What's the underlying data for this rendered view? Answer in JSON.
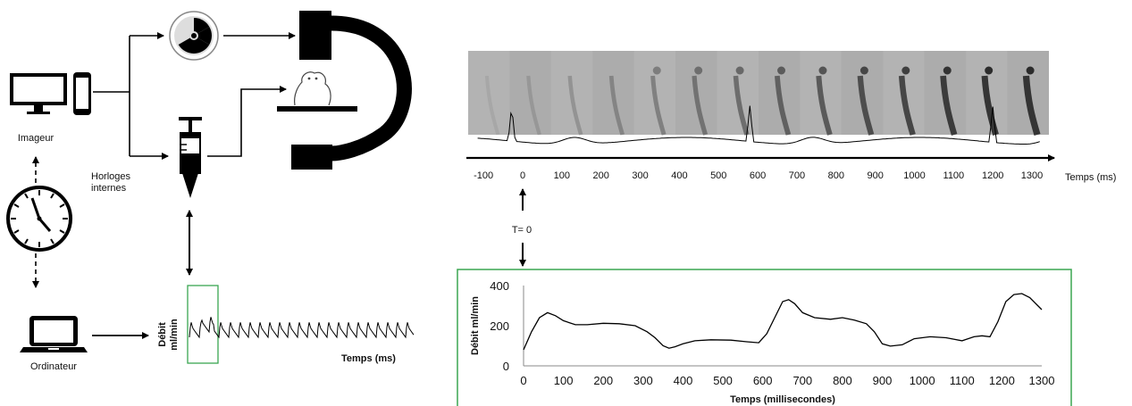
{
  "left_panel": {
    "imager_label": "Imageur",
    "clocks_label_line1": "Horloges",
    "clocks_label_line2": "internes",
    "computer_label": "Ordinateur",
    "mini_ylabel_line1": "Débit",
    "mini_ylabel_line2": "ml/min",
    "mini_xlabel": "Temps (ms)"
  },
  "top_strip": {
    "frame_count": 14,
    "axis_title": "Temps (ms)",
    "ticks": [
      "-100",
      "0",
      "100",
      "200",
      "300",
      "400",
      "500",
      "600",
      "700",
      "800",
      "900",
      "1000",
      "1100",
      "1200",
      "1300"
    ]
  },
  "sync_label": "T= 0",
  "colors": {
    "highlight": "#3aa651",
    "ink": "#000000",
    "xray_bg": "#a9a9a9"
  },
  "chart_data": {
    "type": "line",
    "title": "",
    "xlabel": "Temps (millisecondes)",
    "ylabel": "Débit ml/min",
    "xlim": [
      0,
      1300
    ],
    "ylim": [
      0,
      400
    ],
    "xticks": [
      0,
      100,
      200,
      300,
      400,
      500,
      600,
      700,
      800,
      900,
      1000,
      1100,
      1200,
      1300
    ],
    "yticks": [
      0,
      200,
      400
    ],
    "series": [
      {
        "x": [
          0,
          20,
          40,
          60,
          80,
          100,
          130,
          160,
          200,
          240,
          280,
          310,
          330,
          350,
          365,
          380,
          400,
          430,
          470,
          520,
          560,
          590,
          610,
          630,
          650,
          665,
          680,
          700,
          730,
          770,
          800,
          830,
          860,
          880,
          900,
          920,
          950,
          980,
          1020,
          1060,
          1100,
          1130,
          1150,
          1170,
          1190,
          1210,
          1230,
          1250,
          1270,
          1290,
          1300
        ],
        "y": [
          80,
          170,
          240,
          265,
          250,
          225,
          205,
          205,
          212,
          210,
          200,
          170,
          140,
          100,
          88,
          95,
          110,
          125,
          130,
          128,
          120,
          115,
          160,
          240,
          320,
          330,
          310,
          265,
          240,
          232,
          240,
          228,
          210,
          170,
          110,
          98,
          105,
          135,
          145,
          140,
          125,
          145,
          150,
          145,
          220,
          320,
          355,
          360,
          340,
          300,
          280
        ]
      }
    ]
  }
}
